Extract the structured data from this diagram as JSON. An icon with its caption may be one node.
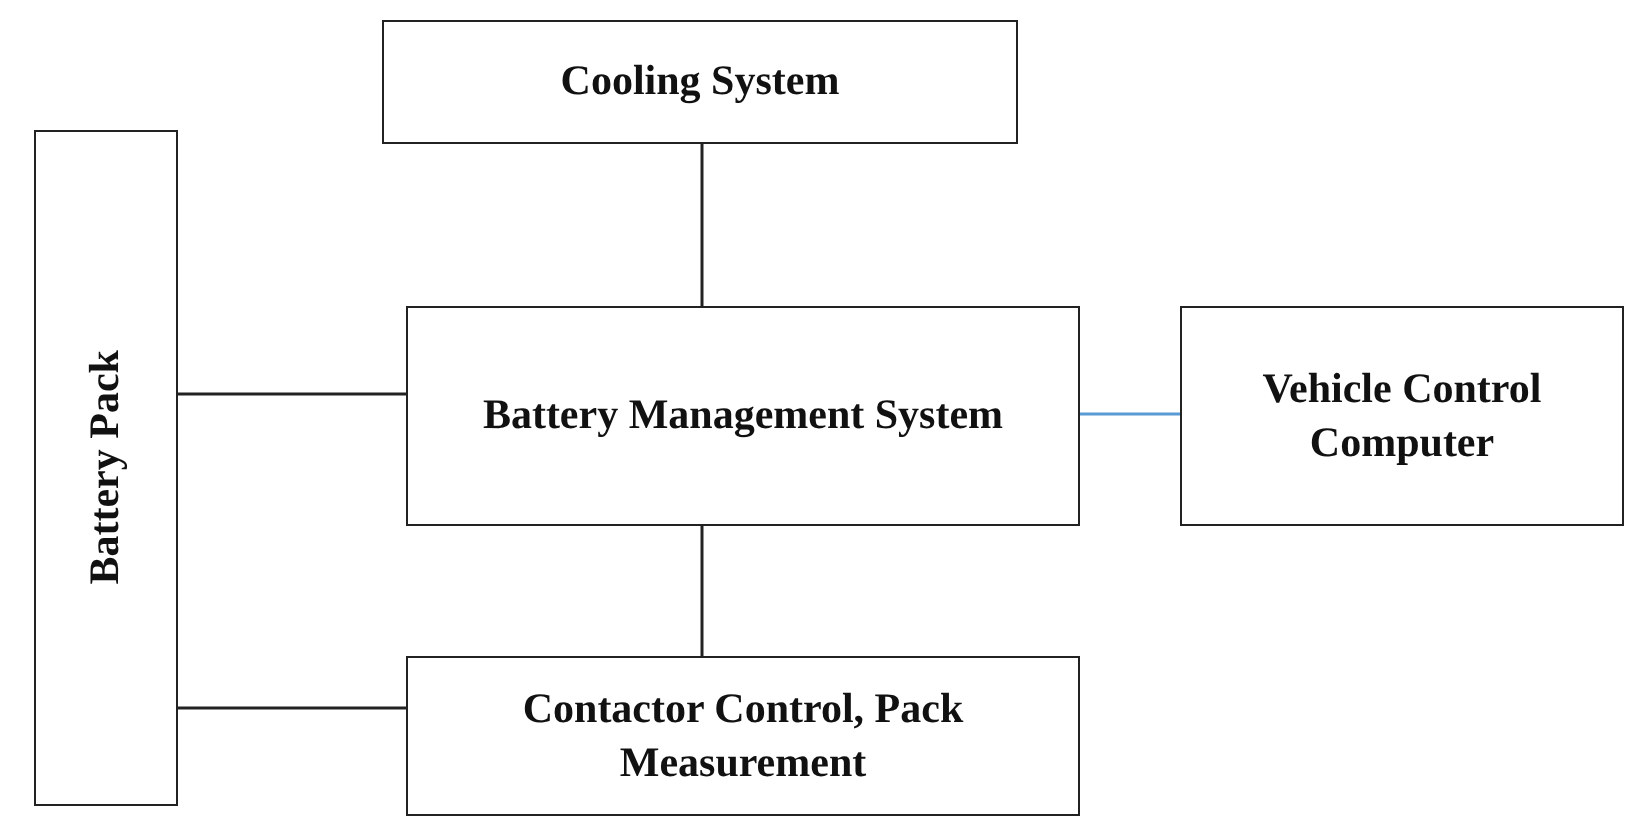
{
  "diagram": {
    "nodes": [
      {
        "text": [
          "Cooling System"
        ]
      },
      {
        "text": [
          "Battery Pack"
        ]
      },
      {
        "text": [
          "Battery Management System"
        ]
      },
      {
        "text": [
          "Vehicle Control Computer"
        ]
      },
      {
        "text": [
          "Contactor Control, Pack Measurement"
        ]
      }
    ],
    "edges": [
      {
        "from": 0,
        "to": 2,
        "arrow": "none"
      },
      {
        "from": 1,
        "to": 2,
        "arrow": "none"
      },
      {
        "from": 2,
        "to": 3,
        "arrow": "none",
        "color": "#5b9bd5"
      },
      {
        "from": 2,
        "to": 4,
        "arrow": "none"
      },
      {
        "from": 1,
        "to": 4,
        "arrow": "none"
      }
    ]
  }
}
